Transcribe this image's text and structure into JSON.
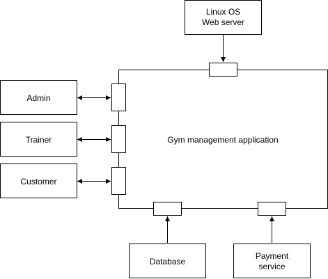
{
  "diagram": {
    "app": {
      "label": "Gym management application"
    },
    "server": {
      "line1": "Linux OS",
      "line2": "Web server"
    },
    "actors": [
      {
        "label": "Admin"
      },
      {
        "label": "Trainer"
      },
      {
        "label": "Customer"
      }
    ],
    "database": {
      "label": "Database"
    },
    "payment": {
      "line1": "Payment",
      "line2": "service"
    }
  }
}
